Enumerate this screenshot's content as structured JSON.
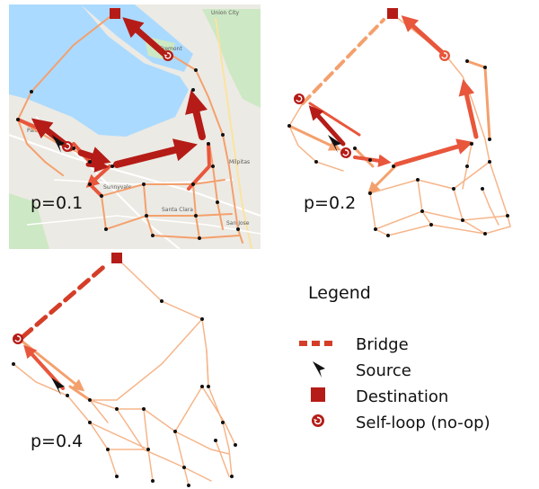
{
  "panels": [
    {
      "id": "p1",
      "label": "p=0.1",
      "has_map": true
    },
    {
      "id": "p2",
      "label": "p=0.2",
      "has_map": false
    },
    {
      "id": "p4",
      "label": "p=0.4",
      "has_map": false
    }
  ],
  "legend": {
    "title": "Legend",
    "items": [
      {
        "key": "bridge",
        "label": "Bridge"
      },
      {
        "key": "source",
        "label": "Source"
      },
      {
        "key": "destination",
        "label": "Destination"
      },
      {
        "key": "selfloop",
        "label": "Self-loop (no-op)"
      }
    ]
  },
  "map_labels": [
    "Fremont",
    "Palo Alto",
    "Santa Clara",
    "San Jose",
    "Milpitas",
    "Sunnyvale",
    "Union City"
  ],
  "colors": {
    "strong": "#b51c17",
    "medium": "#e8563c",
    "light": "#f4a06d",
    "thin": "#f6b58a",
    "node": "#111111",
    "water": "#aadaff",
    "land": "#eceae4"
  }
}
